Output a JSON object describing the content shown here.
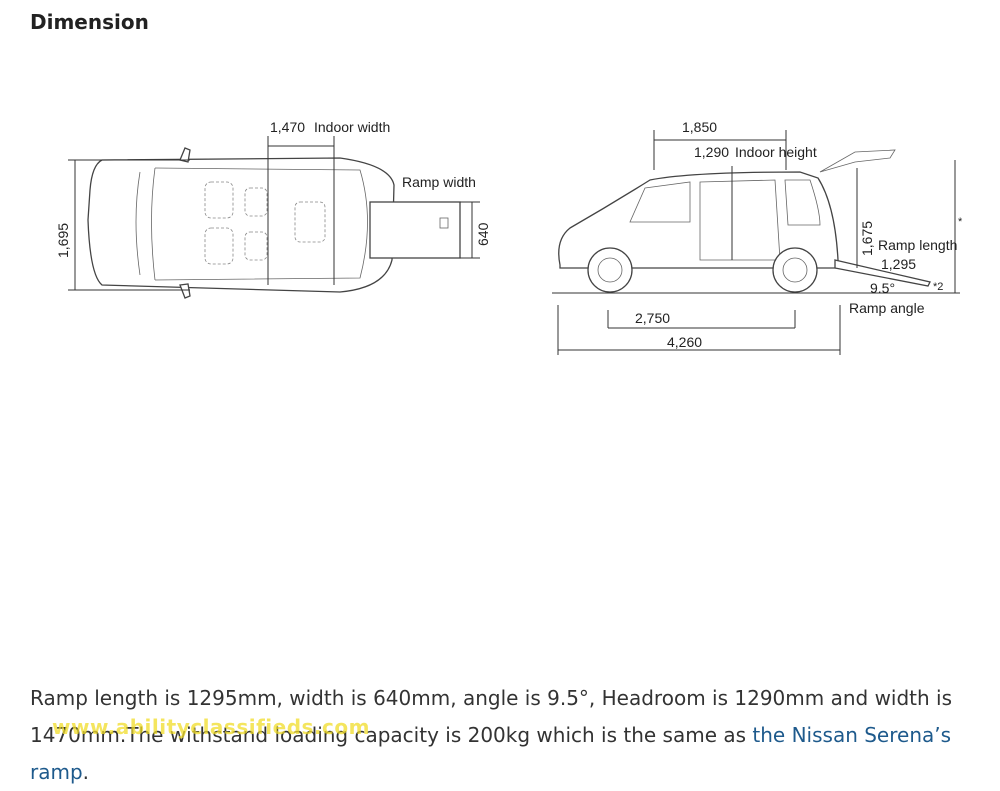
{
  "section": {
    "title": "Dimension"
  },
  "diagram": {
    "top_view": {
      "indoor_width_value": "1,470",
      "indoor_width_label": "Indoor width",
      "ramp_width_label": "Ramp width",
      "height_value": "1,695",
      "ramp_width_value": "640"
    },
    "side_view": {
      "top_length": "1,850",
      "indoor_height_value": "1,290",
      "indoor_height_label": "Indoor height",
      "height_value": "1,675",
      "ramp_length_label": "Ramp length",
      "ramp_length_value": "1,295",
      "ramp_angle_value": "9.5°",
      "ramp_angle_label": "Ramp angle",
      "note_star2": "*2",
      "note_star": "*",
      "wheelbase": "2,750",
      "overall_length": "4,260"
    }
  },
  "content": {
    "text_before_link": "Ramp length is 1295mm, width is 640mm, angle is 9.5°, Headroom is 1290mm and width is 1470mm.The withstand loading capacity is 200kg which is the same as ",
    "link_text": "the Nissan Serena’s ramp",
    "text_after_link": "."
  },
  "watermark": {
    "text": "www.abilityclassifieds.com"
  }
}
